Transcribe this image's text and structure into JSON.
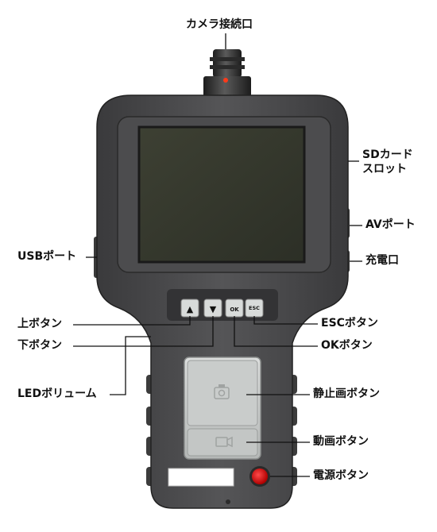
{
  "labels": {
    "camera_port": "カメラ接続口",
    "sd_slot_line1": "SDカード",
    "sd_slot_line2": "スロット",
    "av_port": "AVポート",
    "charge_port": "充電口",
    "usb_port": "USBポート",
    "up_button": "上ボタン",
    "down_button": "下ボタン",
    "led_volume": "LEDボリューム",
    "esc_button": "ESCボタン",
    "ok_button": "OKボタン",
    "still_button": "静止画ボタン",
    "video_button": "動画ボタン",
    "power_button": "電源ボタン"
  },
  "keypad": {
    "up_glyph": "▲",
    "down_glyph": "▼",
    "ok_text": "OK",
    "esc_text": "ESC"
  }
}
